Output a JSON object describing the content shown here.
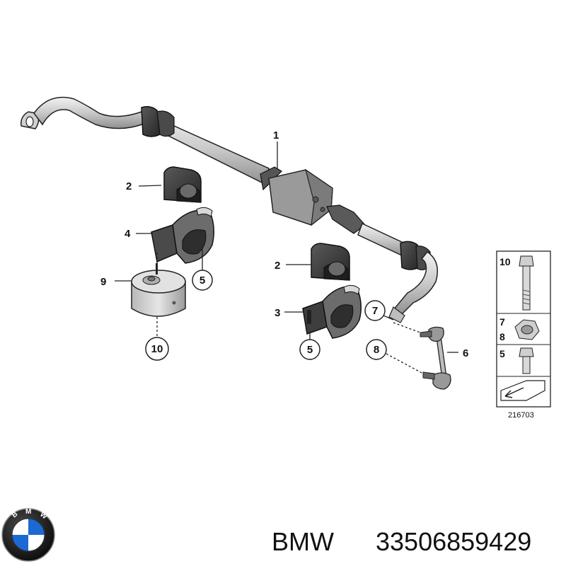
{
  "diagram": {
    "callouts": {
      "c1": "1",
      "c2a": "2",
      "c4": "4",
      "c5a": "5",
      "c9": "9",
      "c10": "10",
      "c2b": "2",
      "c3": "3",
      "c5b": "5",
      "c7": "7",
      "c8": "8",
      "c6": "6"
    },
    "fastener_panel": {
      "row1": "10",
      "row2a": "7",
      "row2b": "8",
      "row3": "5",
      "reference_number": "216703"
    }
  },
  "caption": {
    "brand": "BMW",
    "part_number": "33506859429"
  },
  "colors": {
    "metal_light": "#d8d8d8",
    "metal_dark": "#8a8a8a",
    "rubber_dark": "#3a3a3a",
    "line": "#222222"
  },
  "icons": [
    "bmw-logo-icon",
    "arrow-icon"
  ]
}
